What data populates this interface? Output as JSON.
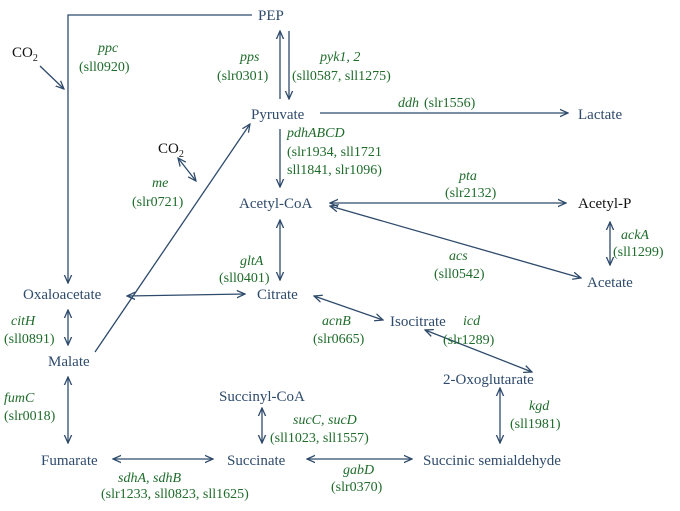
{
  "metabolites": {
    "pep": "PEP",
    "pyruvate": "Pyruvate",
    "lactate": "Lactate",
    "acetyl_coa": "Acetyl-CoA",
    "acetyl_p": "Acetyl-P",
    "acetate": "Acetate",
    "oxaloacetate": "Oxaloacetate",
    "citrate": "Citrate",
    "isocitrate": "Isocitrate",
    "oxoglutarate": "2-Oxoglutarate",
    "malate": "Malate",
    "fumarate": "Fumarate",
    "succinyl_coa": "Succinyl-CoA",
    "succinate": "Succinate",
    "succinic_semialdehyde": "Succinic semialdehyde",
    "co2_ppc": "CO",
    "co2_me": "CO",
    "co2_subscript": "2"
  },
  "enzymes": {
    "ppc": {
      "gene": "ppc",
      "locus": "(sll0920)"
    },
    "pps": {
      "gene": "pps",
      "locus": "(slr0301)"
    },
    "pyk": {
      "gene": "pyk1, 2",
      "locus": "(sll0587, sll1275)"
    },
    "ddh": {
      "gene": "ddh",
      "locus": "(slr1556)"
    },
    "pdh": {
      "gene": "pdhABCD",
      "locus_line1": "(slr1934, sll1721",
      "locus_line2": "sll1841, slr1096)"
    },
    "me": {
      "gene": "me",
      "locus": "(slr0721)"
    },
    "pta": {
      "gene": "pta",
      "locus": "(slr2132)"
    },
    "acka": {
      "gene": "ackA",
      "locus": "(sll1299)"
    },
    "acs": {
      "gene": "acs",
      "locus": "(sll0542)"
    },
    "glta": {
      "gene": "gltA",
      "locus": "(sll0401)"
    },
    "cith": {
      "gene": "citH",
      "locus": "(sll0891)"
    },
    "acnb": {
      "gene": "acnB",
      "locus": "(slr0665)"
    },
    "icd": {
      "gene": "icd",
      "locus": "(slr1289)"
    },
    "kgd": {
      "gene": "kgd",
      "locus": "(sll1981)"
    },
    "fumc": {
      "gene": "fumC",
      "locus": "(slr0018)"
    },
    "suc": {
      "gene": "sucC, sucD",
      "locus": "(sll1023, sll1557)"
    },
    "sdh": {
      "gene": "sdhA, sdhB",
      "locus": "(slr1233, sll0823, sll1625)"
    },
    "gabd": {
      "gene": "gabD",
      "locus": "(slr0370)"
    }
  },
  "colors": {
    "metabolite_text": "#2e4a6b",
    "gene_text": "#1e6b2a",
    "arrow": "#2e4a6b"
  }
}
